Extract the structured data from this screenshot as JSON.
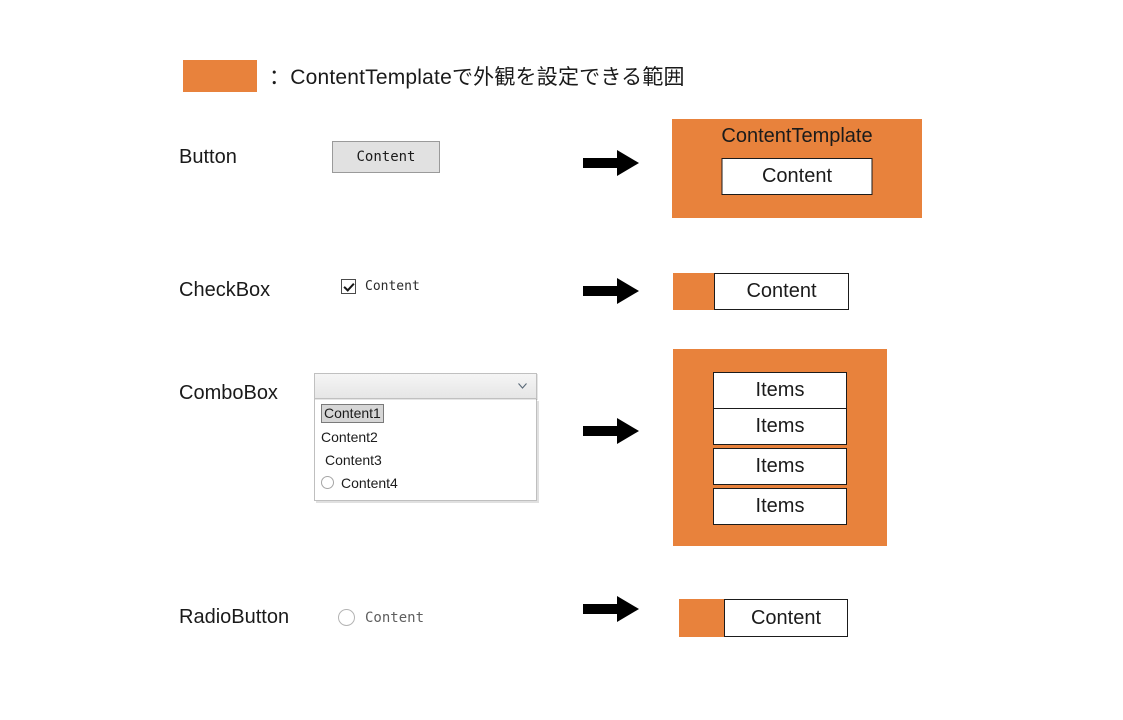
{
  "legend": {
    "swatch_color": "#E8823C",
    "text": "：ContentTemplateで外観を設定できる範囲"
  },
  "rows": [
    {
      "label": "Button",
      "widget": {
        "type": "button",
        "content": "Content"
      },
      "arrow": "arrow-right-icon",
      "template": {
        "title": "ContentTemplate",
        "inner": "Content"
      }
    },
    {
      "label": "CheckBox",
      "widget": {
        "type": "checkbox",
        "checked": true,
        "content": "Content"
      },
      "arrow": "arrow-right-icon",
      "template": {
        "inner": "Content"
      }
    },
    {
      "label": "ComboBox",
      "widget": {
        "type": "combobox",
        "selected_value": "",
        "chevron": "chevron-down-icon",
        "options": [
          "Content1",
          "Content2",
          "Content3",
          "Content4"
        ],
        "highlighted_option": "Content1"
      },
      "arrow": "arrow-right-icon",
      "template": {
        "items": [
          "Items",
          "Items",
          "Items",
          "Items"
        ]
      }
    },
    {
      "label": "RadioButton",
      "widget": {
        "type": "radiobutton",
        "checked": false,
        "content": "Content"
      },
      "arrow": "arrow-right-icon",
      "template": {
        "inner": "Content"
      }
    }
  ]
}
